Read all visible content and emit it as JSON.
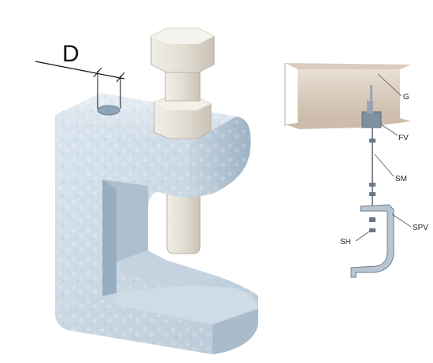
{
  "dimension_label": "D",
  "callouts": {
    "g": "G",
    "fv": "FV",
    "sm": "SM",
    "spv": "SPV",
    "sh": "SH"
  },
  "colors": {
    "galvanized_light": "#d8e4ee",
    "galvanized_mid": "#b9cad8",
    "galvanized_dark": "#9cb0c2",
    "bolt": "#e6e2d9",
    "beam": "#e2d6c9",
    "beam_dark": "#b9aa9b",
    "leader": "#555555"
  }
}
